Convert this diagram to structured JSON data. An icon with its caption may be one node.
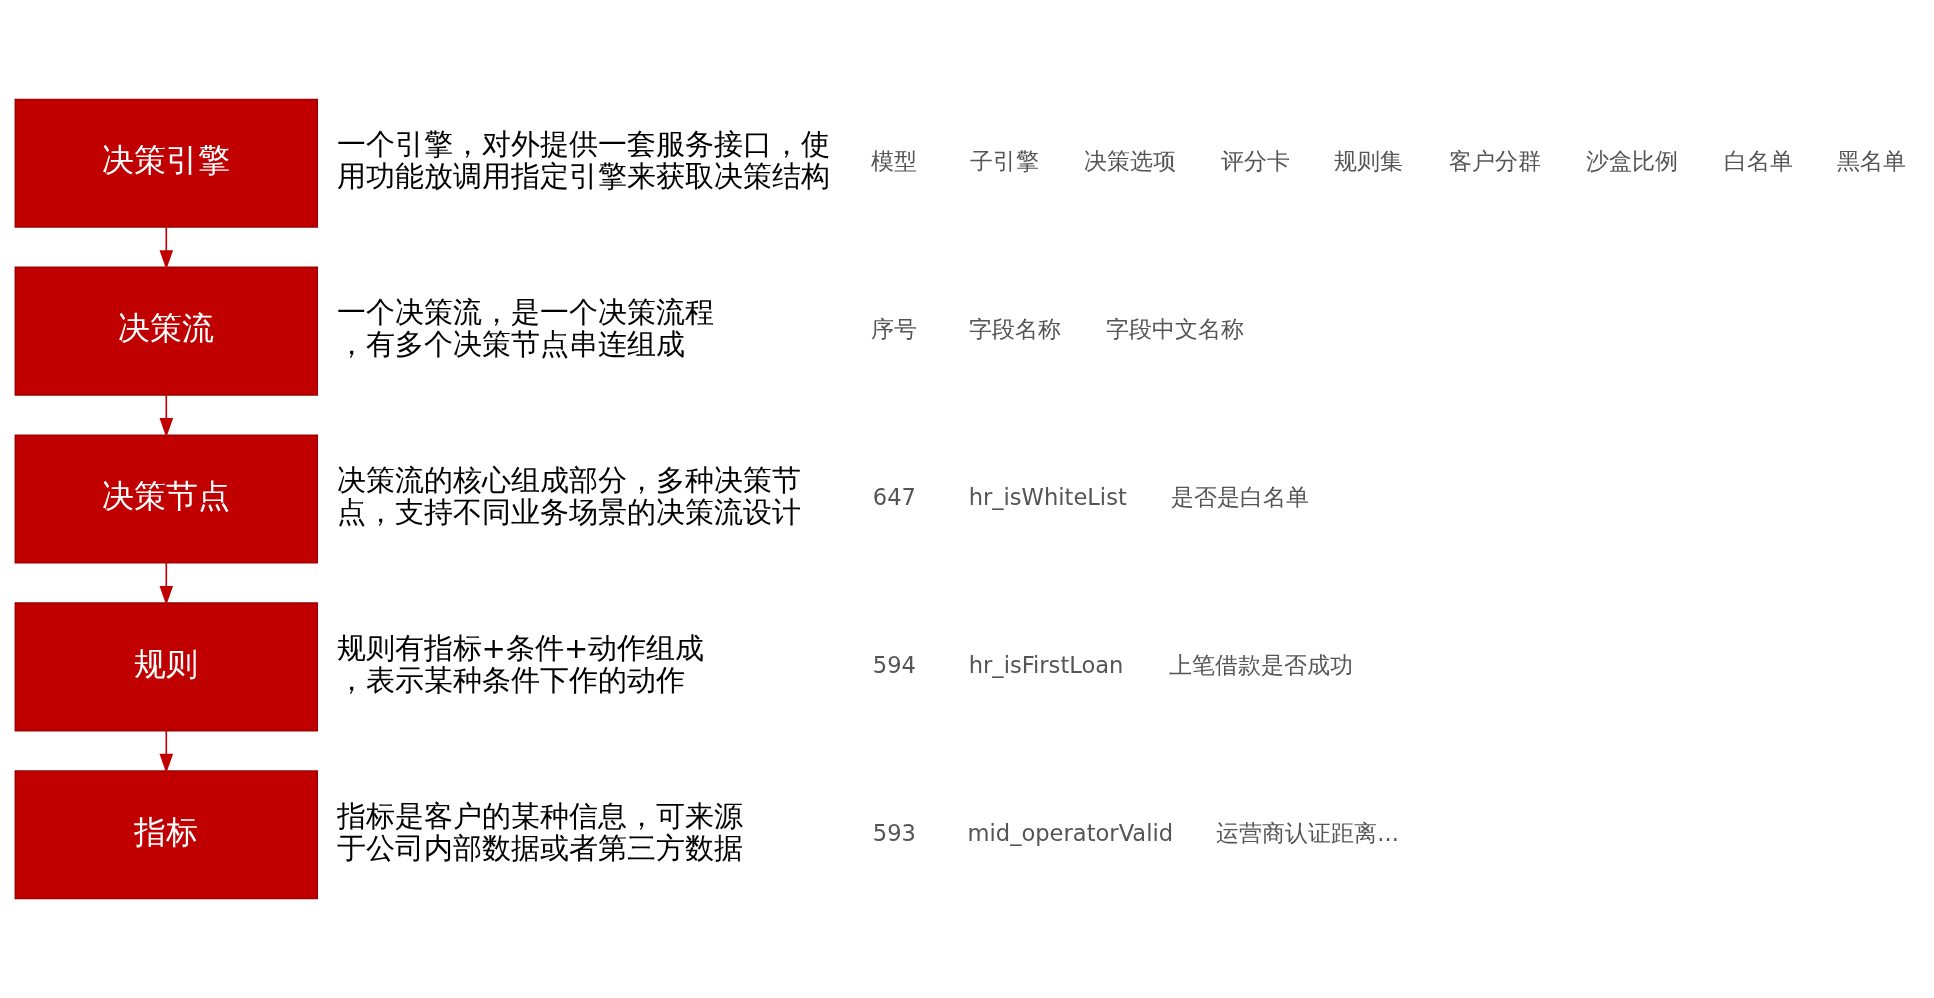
{
  "diagram": {
    "nodes": [
      {
        "text": [
          "决策引擎"
        ],
        "beside": [
          "一个引擎，对外提供一套服务接口，使用功能放调用指定引擎来获取决策结构"
        ]
      },
      {
        "text": [
          "决策流"
        ],
        "beside": [
          "一个决策流，是一个决策流程，有多个决策节点串连组成"
        ]
      },
      {
        "text": [
          "决策节点"
        ],
        "beside": [
          "决策流的核心组成部分，多种决策节点，支持不同业务场景的决策流设计"
        ]
      },
      {
        "text": [
          "规则"
        ],
        "beside": [
          "规则有指标+条件+动作组成，表示某种条件下作的动作"
        ]
      },
      {
        "text": [
          "指标"
        ],
        "beside": [
          "指标是客户的某种信息，可来源于公司内部数据或者第三方数据"
        ]
      }
    ],
    "edges": [
      {
        "from": 0,
        "to": 1,
        "arrow": "to"
      },
      {
        "from": 1,
        "to": 2,
        "arrow": "to"
      },
      {
        "from": 2,
        "to": 3,
        "arrow": "to"
      },
      {
        "from": 3,
        "to": 4,
        "arrow": "to"
      }
    ],
    "labels": [
      "模型",
      "子引擎",
      "决策选项",
      "评分卡",
      "规则集",
      "客户分群",
      "沙盒比例",
      "白名单",
      "黑名单",
      "序号",
      "字段名称",
      "字段中文名称",
      "647",
      "hr_isWhiteList",
      "是否是白名单",
      "594",
      "hr_isFirstLoan",
      "上笔借款是否成功",
      "593",
      "mid_operatorValid",
      "运营商认证距离..."
    ]
  }
}
